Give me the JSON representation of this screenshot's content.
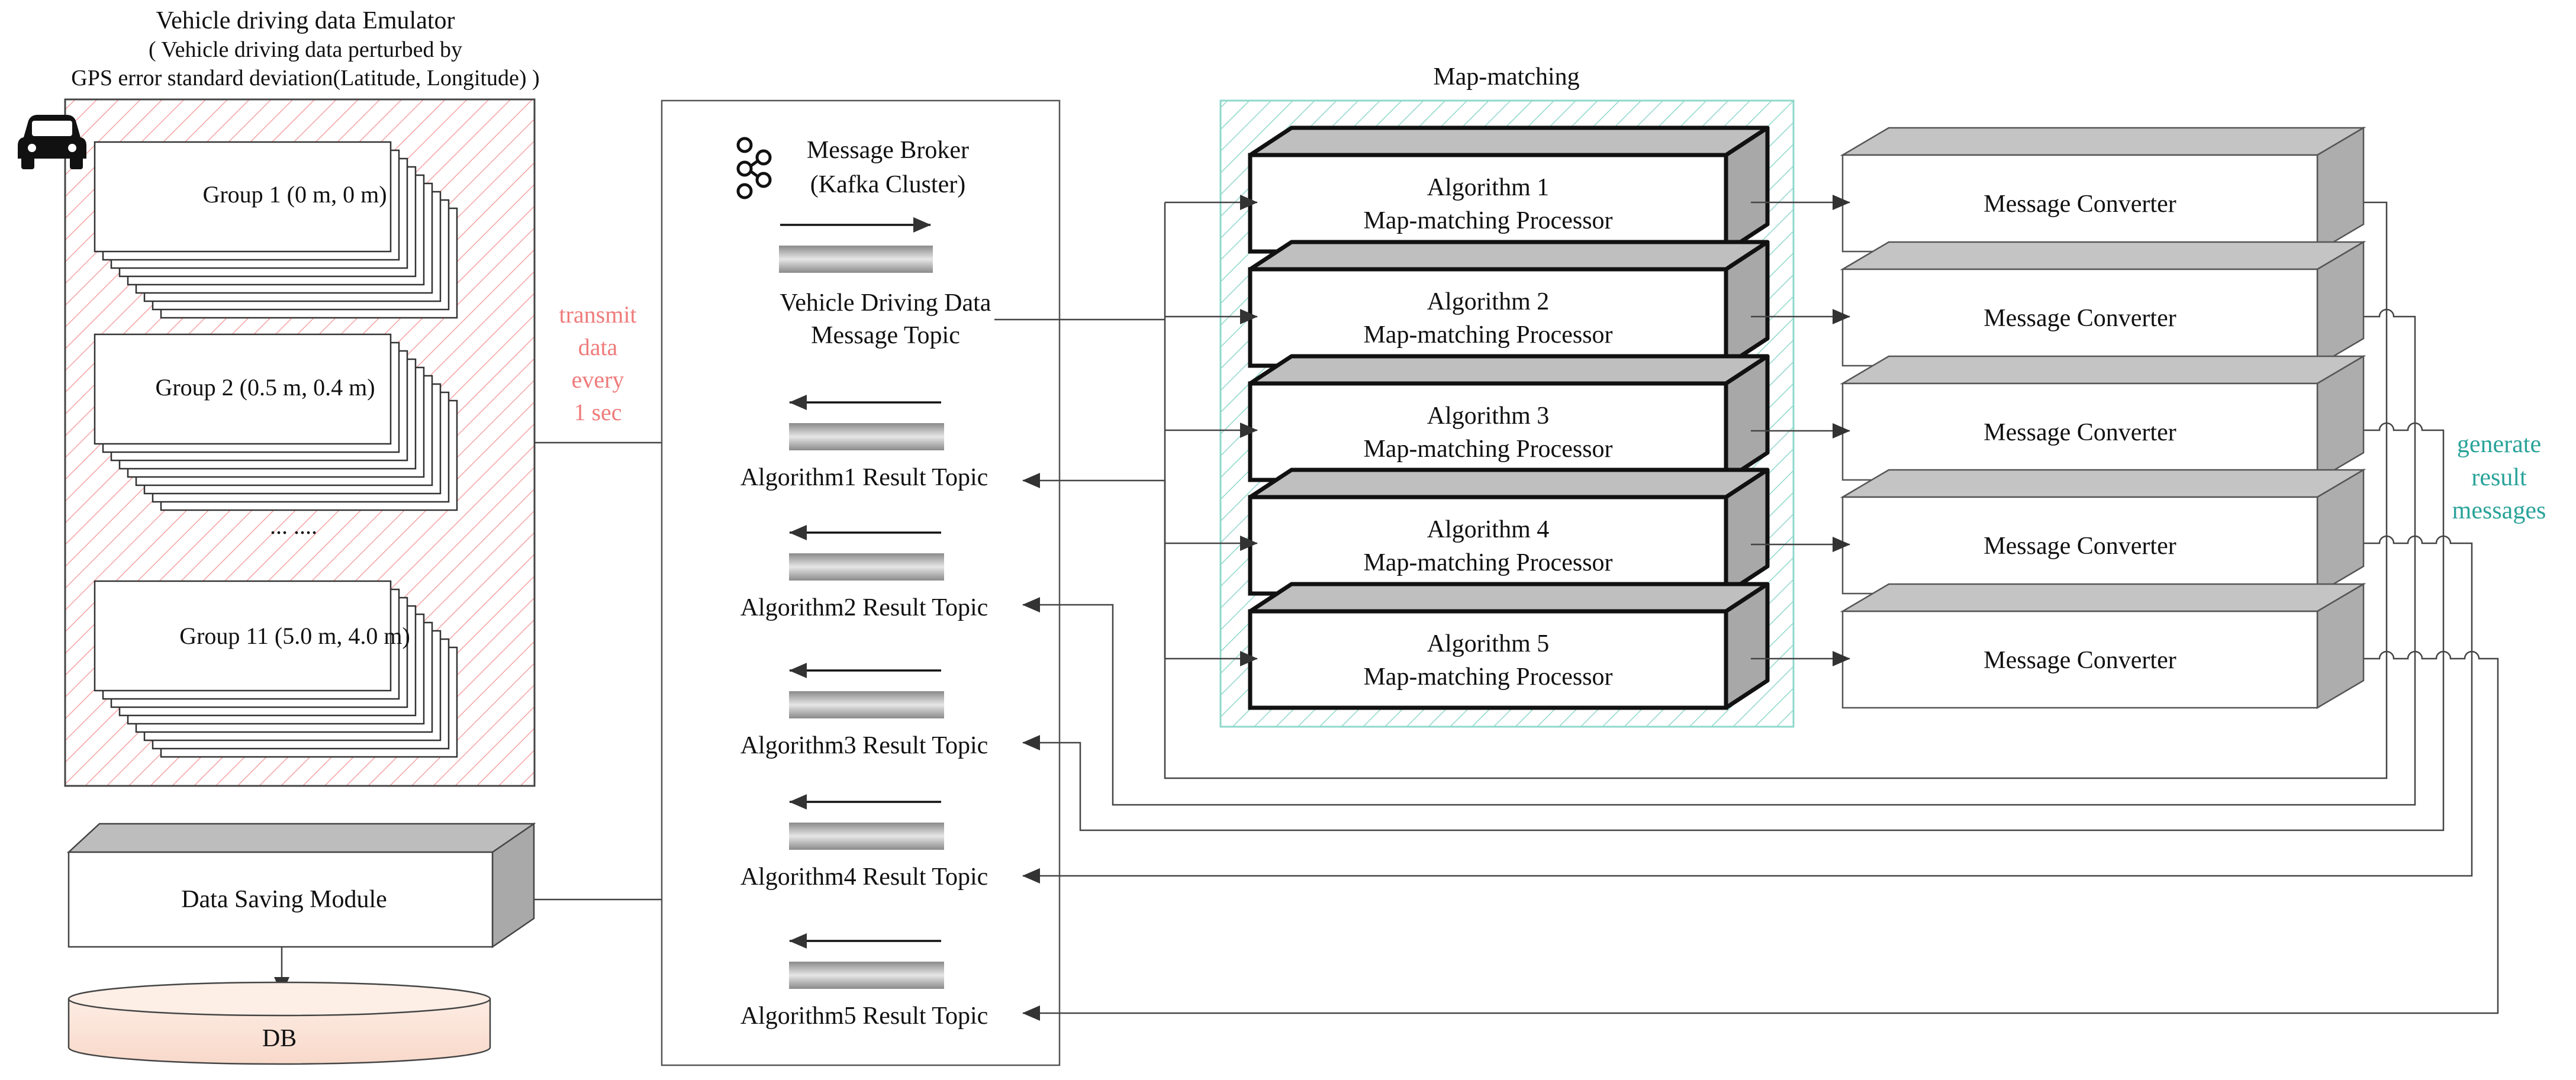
{
  "emulator": {
    "title": "Vehicle driving data Emulator",
    "subtitle_line1": "( Vehicle driving data perturbed by",
    "subtitle_line2": "GPS error standard deviation(Latitude, Longitude) )",
    "groups": [
      "Group 1 (0 m, 0 m)",
      "Group 2 (0.5 m, 0.4 m)",
      "Group 11 (5.0 m, 4.0 m)"
    ],
    "ellipsis": "... ....",
    "icon": "car-icon",
    "hatch_color": "#f5a3a3"
  },
  "transmit": {
    "lines": [
      "transmit",
      "data",
      "every",
      "1 sec"
    ],
    "color": "#ef7b7b"
  },
  "broker": {
    "title_line1": "Message Broker",
    "title_line2": "(Kafka Cluster)",
    "icon": "kafka-icon",
    "input_topic": {
      "line1": "Vehicle Driving Data",
      "line2": "Message Topic"
    },
    "result_topics": [
      "Algorithm1 Result Topic",
      "Algorithm2 Result Topic",
      "Algorithm3 Result Topic",
      "Algorithm4 Result Topic",
      "Algorithm5 Result Topic"
    ]
  },
  "map_matching": {
    "title": "Map-matching",
    "hatch_color": "#8fd8cc",
    "processors": [
      {
        "line1": "Algorithm 1",
        "line2": "Map-matching Processor"
      },
      {
        "line1": "Algorithm 2",
        "line2": "Map-matching Processor"
      },
      {
        "line1": "Algorithm 3",
        "line2": "Map-matching Processor"
      },
      {
        "line1": "Algorithm 4",
        "line2": "Map-matching Processor"
      },
      {
        "line1": "Algorithm 5",
        "line2": "Map-matching Processor"
      }
    ]
  },
  "converters": {
    "label": "Message Converter",
    "count": 5
  },
  "generate": {
    "lines": [
      "generate",
      "result",
      "messages"
    ],
    "color": "#2aa39a"
  },
  "saving": {
    "module_label": "Data Saving Module",
    "db_label": "DB",
    "db_color": "#fbe6dc"
  }
}
